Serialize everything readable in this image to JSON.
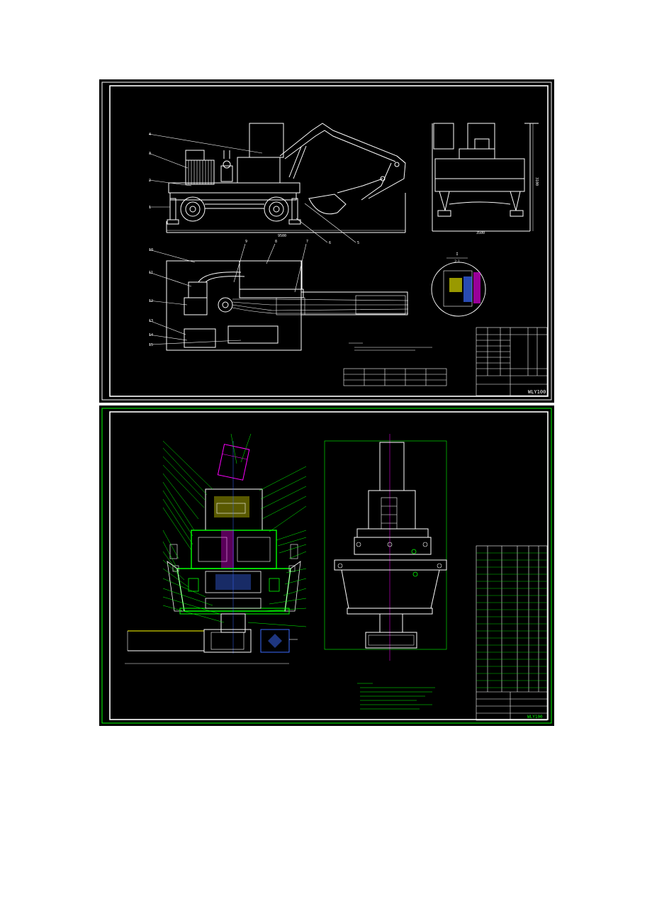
{
  "sheet1": {
    "balloons": [
      "1",
      "2",
      "3",
      "4",
      "5",
      "6",
      "7",
      "8",
      "9",
      "10",
      "11",
      "12",
      "13",
      "14",
      "15"
    ],
    "dim_side": "9500",
    "dim_front": "3500",
    "dim_height": "3100",
    "section_label": "I",
    "section_scale": "2:1",
    "drawing_code": "WLY100"
  },
  "sheet2": {
    "drawing_code": "WLY100"
  },
  "colors": {
    "paper": "#ffffff",
    "background": "#000000",
    "line_white": "#ffffff",
    "line_green": "#00ff00",
    "line_blue": "#3b6bff",
    "line_yellow": "#ffff00",
    "line_magenta": "#ff00ff"
  }
}
